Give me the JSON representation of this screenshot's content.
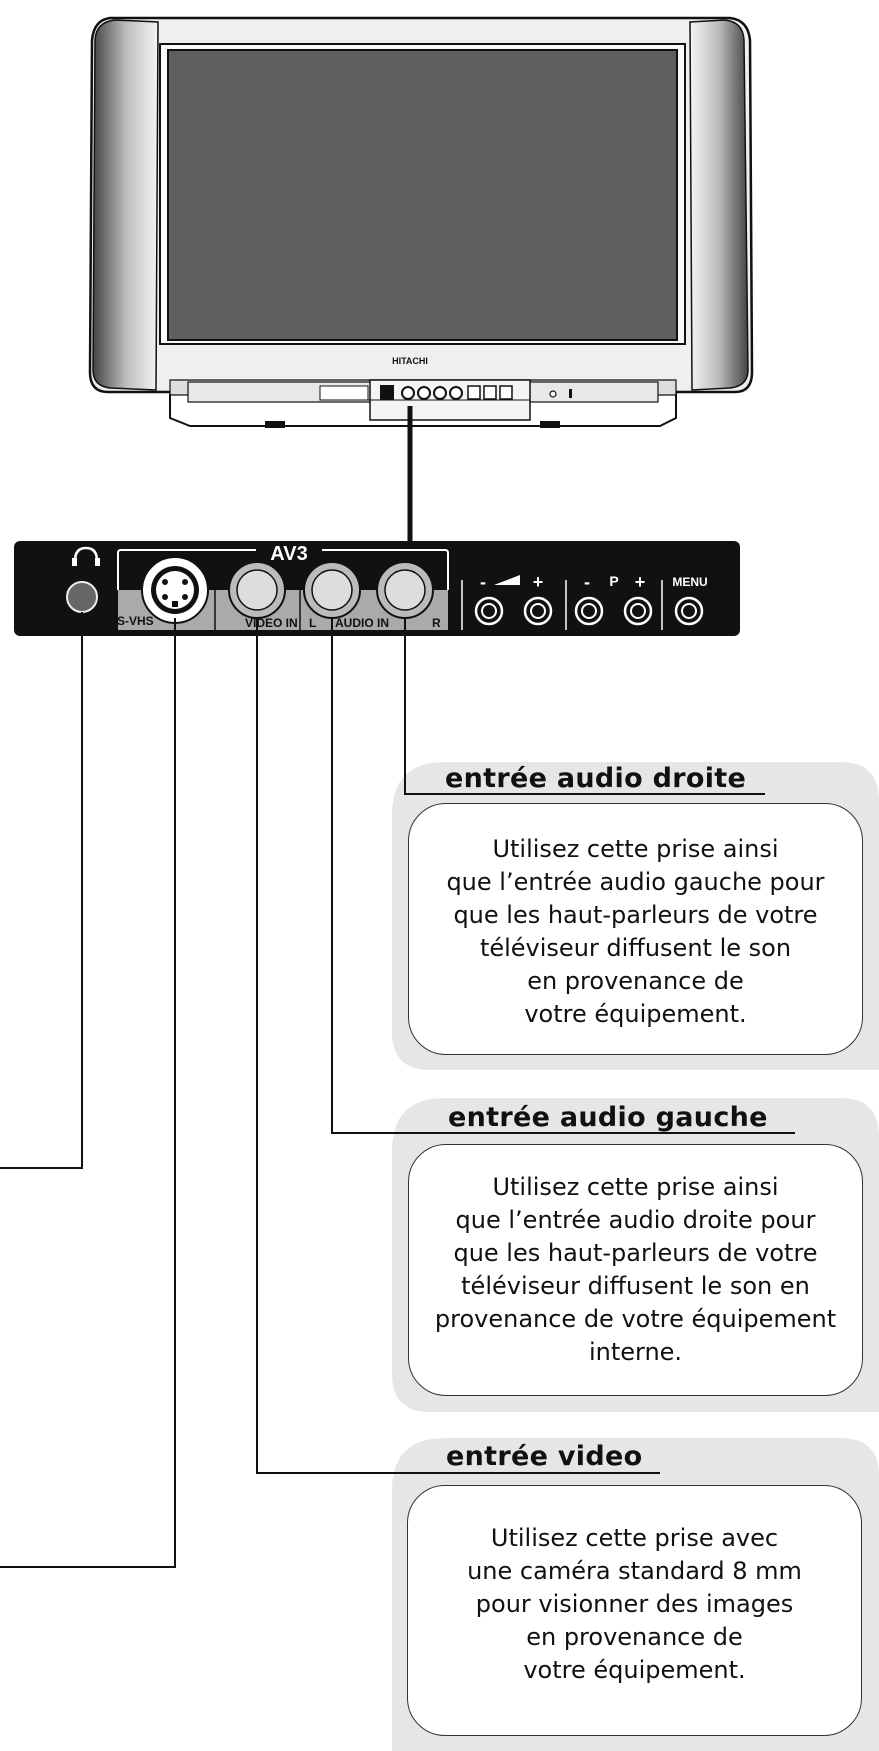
{
  "tv": {
    "brand": "HITACHI"
  },
  "panel": {
    "group_label": "AV3",
    "svhs_label": "S-VHS",
    "video_in_label": "VIDEO IN",
    "audio_l_label": "L",
    "audio_in_label": "AUDIO  IN",
    "audio_r_label": "R",
    "program_label": "P",
    "menu_label": "MENU",
    "minus": "-",
    "plus": "+"
  },
  "callouts": [
    {
      "title": "entrée audio droite",
      "text": "Utilisez cette prise ainsi\nque l’entrée audio gauche pour\nque les haut-parleurs de votre\ntéléviseur diffusent le son\nen provenance de\nvotre équipement."
    },
    {
      "title": "entrée audio gauche",
      "text": "Utilisez cette prise ainsi\nque l’entrée audio droite pour\nque les haut-parleurs de votre\ntéléviseur diffusent le son en\nprovenance de votre équipement\ninterne."
    },
    {
      "title": "entrée video",
      "text": "Utilisez cette prise avec\nune caméra standard 8 mm\npour visionner des images\nen provenance de\nvotre équipement."
    }
  ]
}
